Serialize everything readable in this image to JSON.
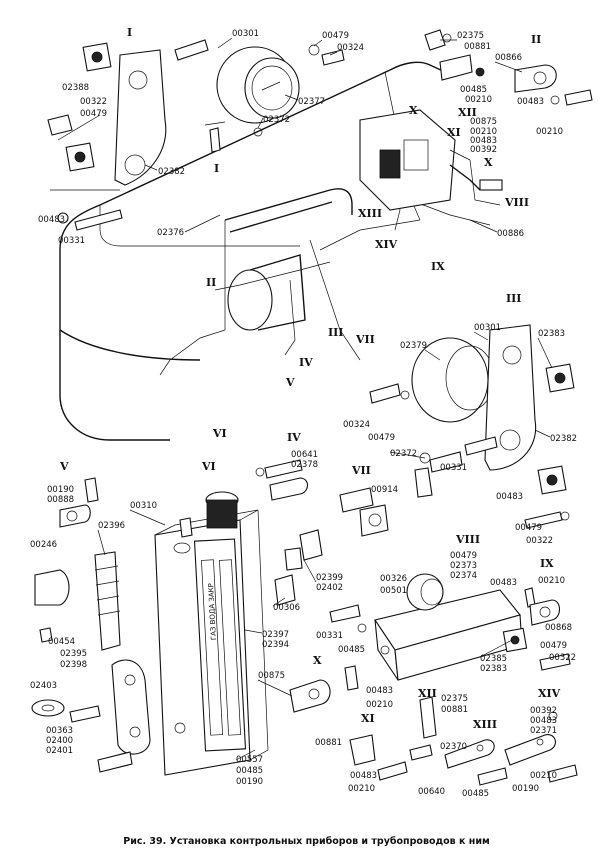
{
  "caption": "Рис. 39. Установка контрольных приборов и трубопроводов к ним",
  "views": [
    "I",
    "II",
    "III",
    "IV",
    "V",
    "VI",
    "VII",
    "VIII",
    "IX",
    "X",
    "XI",
    "XII",
    "XIII",
    "XIV"
  ],
  "callouts": {
    "c00301a": "00301",
    "c00479a": "00479",
    "c00324a": "00324",
    "c02388a": "02388",
    "c00322a": "00322",
    "c00479b": "00479",
    "c02377": "02377",
    "c02372a": "02372",
    "c02382a": "02382",
    "c02375a": "02375",
    "c00881a": "00881",
    "c00866": "00866",
    "c00485a": "00485",
    "c00210a": "00210",
    "c00483a": "00483",
    "c00210b": "00210",
    "c00875a": "00875",
    "c00210c": "00210",
    "c00483b": "00483",
    "c00392a": "00392",
    "c00483c": "00483",
    "c00331a": "00331",
    "c02376": "02376",
    "c00886": "00886",
    "c00301b": "00301",
    "c02379": "02379",
    "c02383a": "02383",
    "c00324b": "00324",
    "c00479c": "00479",
    "c02382b": "02382",
    "c02372b": "02372",
    "c00331b": "00331",
    "c00483d": "00483",
    "c00479d": "00479",
    "c00322b": "00322",
    "c00641": "00641",
    "c02378": "02378",
    "c00190a": "00190",
    "c00888": "00888",
    "c00914": "00914",
    "c00310": "00310",
    "c02396": "02396",
    "c00246": "00246",
    "c02399": "02399",
    "c02402": "02402",
    "c00306": "00306",
    "c02397": "02397",
    "c02394": "02394",
    "c00454": "00454",
    "c02395": "02395",
    "c02398": "02398",
    "c02403": "02403",
    "c00363": "00363",
    "c02400": "02400",
    "c02401": "02401",
    "c00479e": "00479",
    "c02373": "02373",
    "c02374": "02374",
    "c00326": "00326",
    "c00501": "00501",
    "c00483e": "00483",
    "c00210d": "00210",
    "c00868": "00868",
    "c00331c": "00331",
    "c00485b": "00485",
    "c02385": "02385",
    "c02383b": "02383",
    "c00479f": "00479",
    "c00322c": "00322",
    "c00875b": "00875",
    "c00483f": "00483",
    "c00210e": "00210",
    "c02375b": "02375",
    "c00881b": "00881",
    "c00392b": "00392",
    "c00483g": "00483",
    "c02371": "02371",
    "c00881c": "00881",
    "c02370": "02370",
    "c00557": "00557",
    "c00485c": "00485",
    "c00190b": "00190",
    "c00483h": "00483",
    "c00210f": "00210",
    "c00640": "00640",
    "c00485d": "00485",
    "c00210g": "00210",
    "c00190c": "00190"
  },
  "gauge_scale": "ГАЗ ВОДА ЗАКР"
}
